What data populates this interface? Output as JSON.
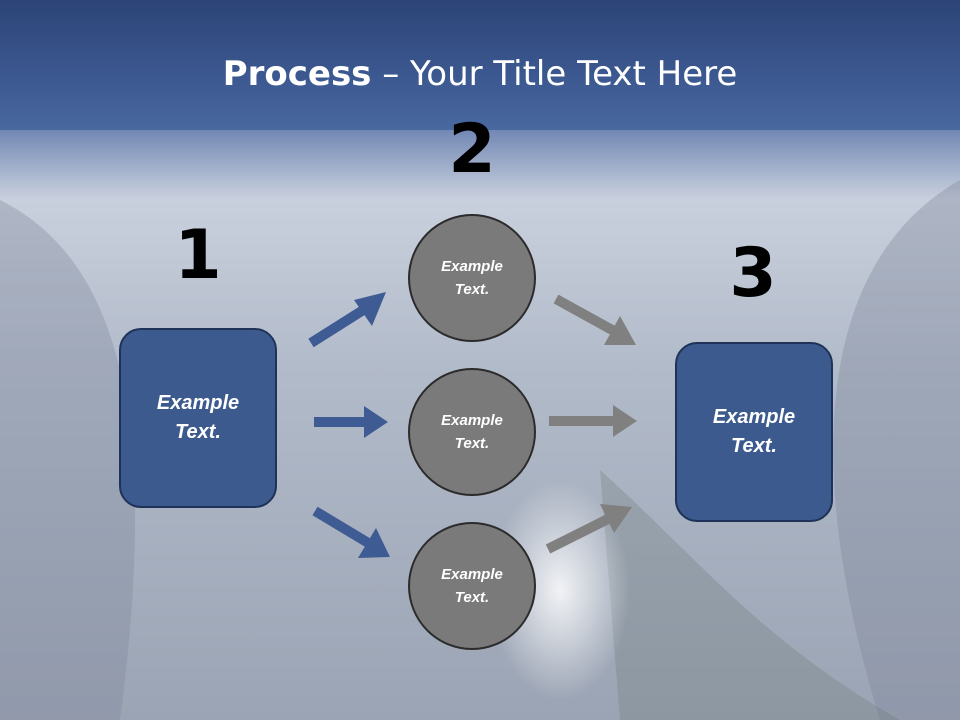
{
  "slide": {
    "title_bold": "Process",
    "title_rest": " – Your Title Text Here"
  },
  "steps": {
    "n1": "1",
    "n2": "2",
    "n3": "3"
  },
  "shapes": {
    "left_box": "Example\nText.",
    "circle_top": "Example\nText.",
    "circle_mid": "Example\nText.",
    "circle_bottom": "Example\nText.",
    "right_box": "Example\nText."
  },
  "colors": {
    "header_blue": "#3f5c95",
    "box_fill": "#3c5a8e",
    "circle_fill": "#7a7a7a",
    "arrow_blue": "#3e5b93",
    "arrow_gray": "#808080"
  }
}
